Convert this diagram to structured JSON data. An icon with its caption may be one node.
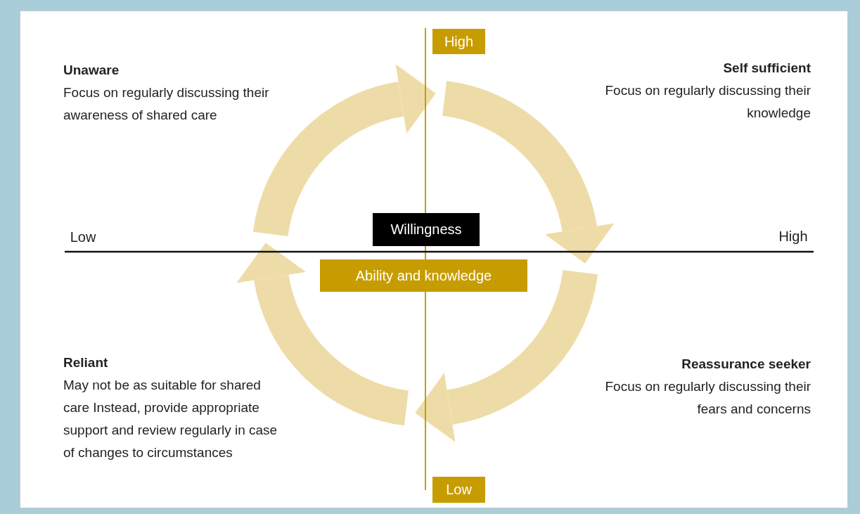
{
  "diagram": {
    "nodes": [
      {
        "text": [
          "Unaware",
          "Focus on regularly discussing their awareness of shared care"
        ]
      },
      {
        "text": [
          "Self sufficient",
          "Focus on regularly discussing their knowledge"
        ]
      },
      {
        "text": [
          "Reliant",
          "May not be as suitable for shared care Instead, provide appropriate support and review regularly in case of changes to circumstances"
        ]
      },
      {
        "text": [
          "Reassurance seeker",
          "Focus on regularly discussing their fears and concerns"
        ]
      }
    ],
    "labels": [
      "High",
      "Low",
      "Willingness",
      "High",
      "Ability and knowledge",
      "Low"
    ]
  }
}
